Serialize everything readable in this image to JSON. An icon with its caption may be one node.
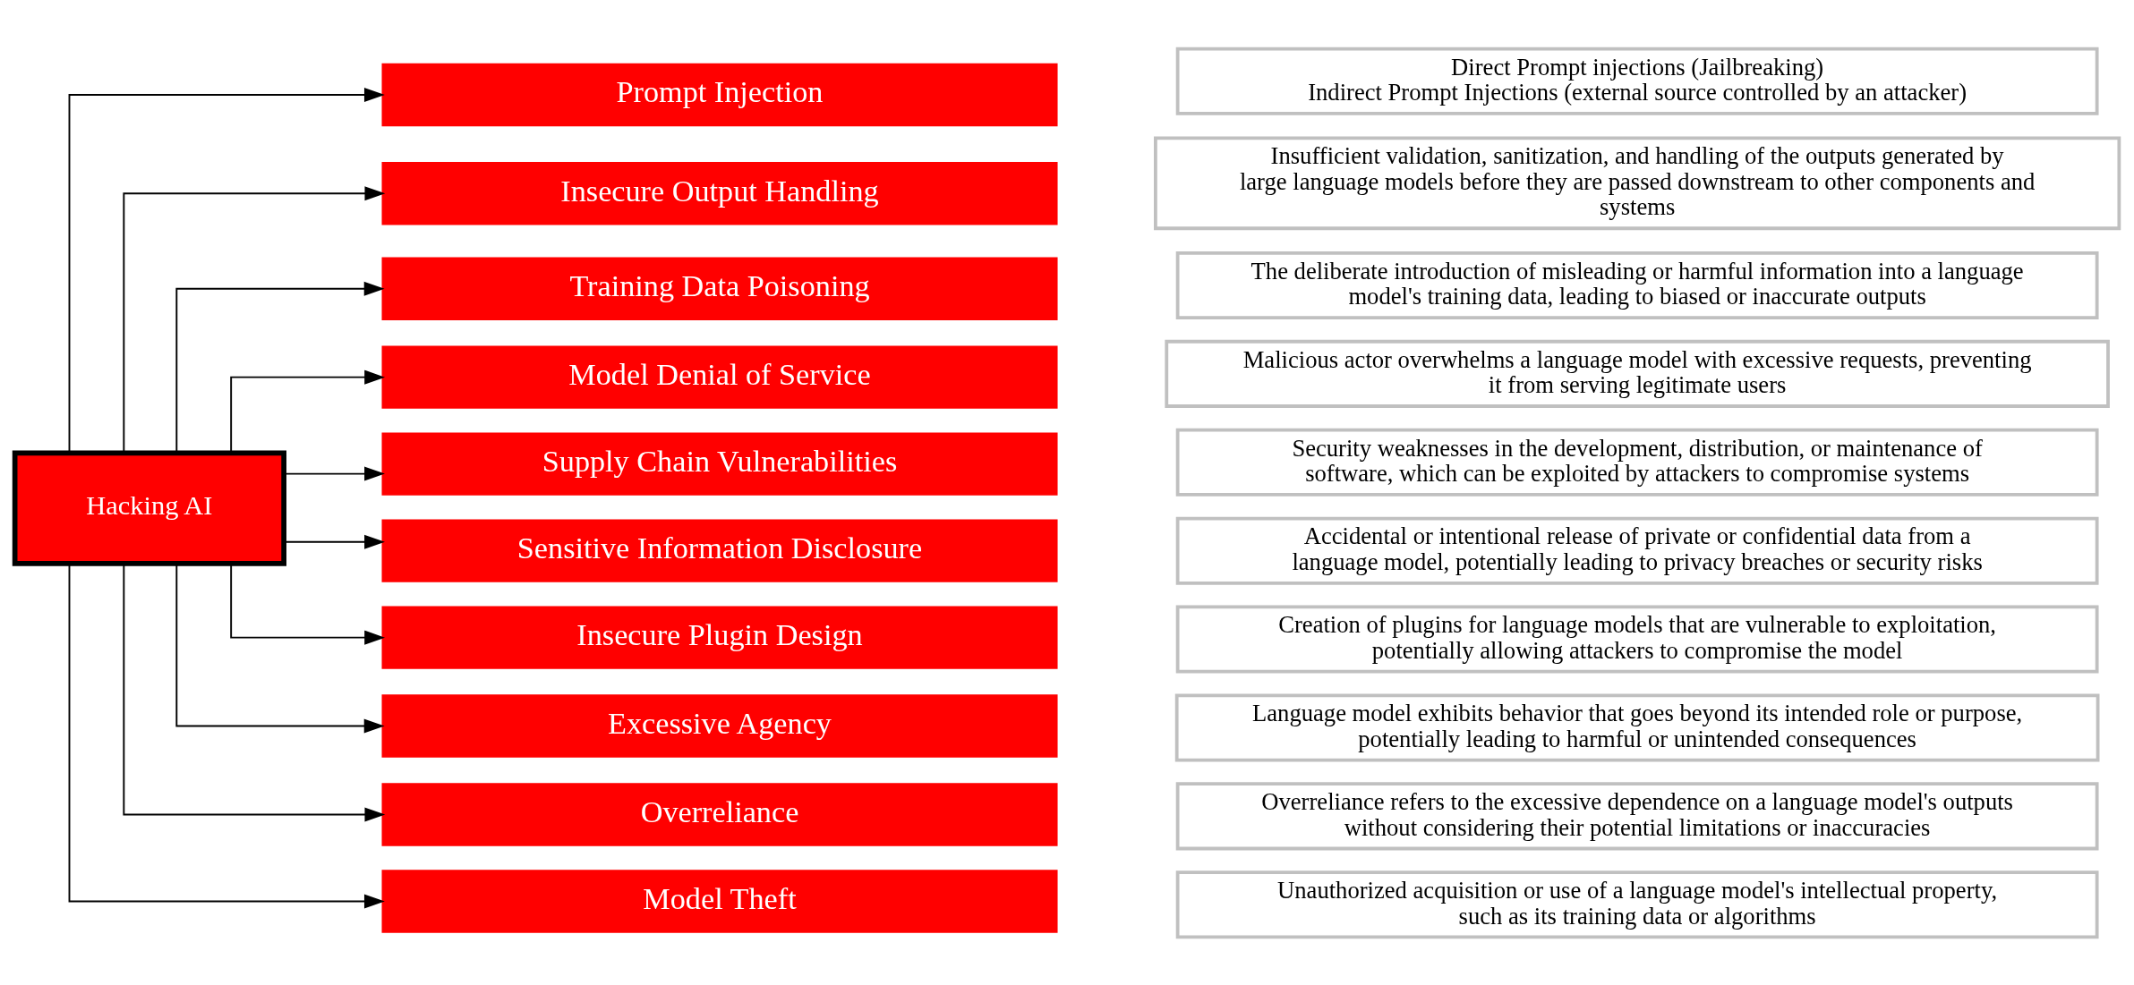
{
  "diagram": {
    "nodes": [
      {
        "text": [
          "Hacking AI"
        ]
      },
      {
        "text": [
          "Prompt Injection"
        ]
      },
      {
        "text": [
          "Direct Prompt injections (Jailbreaking)",
          "Indirect Prompt Injections (external source controlled by an attacker)"
        ]
      },
      {
        "text": [
          "Insecure Output Handling"
        ]
      },
      {
        "text": [
          "Insufficient validation, sanitization, and handling of the outputs generated by large language models before they are passed downstream to other components and systems"
        ]
      },
      {
        "text": [
          "Training Data Poisoning"
        ]
      },
      {
        "text": [
          "The deliberate introduction of misleading or harmful information into a language model's training data, leading to biased or inaccurate outputs"
        ]
      },
      {
        "text": [
          "Model Denial of Service"
        ]
      },
      {
        "text": [
          "Malicious actor overwhelms a language model with excessive requests, preventing it from serving legitimate users"
        ]
      },
      {
        "text": [
          "Supply Chain Vulnerabilities"
        ]
      },
      {
        "text": [
          "Security weaknesses in the development, distribution, or maintenance of software, which can be exploited by attackers to compromise systems"
        ]
      },
      {
        "text": [
          "Sensitive Information Disclosure"
        ]
      },
      {
        "text": [
          "Accidental or intentional release of private or confidential data from a language model, potentially leading to privacy breaches or security risks"
        ]
      },
      {
        "text": [
          "Insecure Plugin Design"
        ]
      },
      {
        "text": [
          "Creation of plugins for language models that are vulnerable to exploitation, potentially allowing attackers to compromise the model"
        ]
      },
      {
        "text": [
          "Excessive Agency"
        ]
      },
      {
        "text": [
          "Language model exhibits behavior that goes beyond its intended role or purpose, potentially leading to harmful or unintended consequences"
        ]
      },
      {
        "text": [
          "Overreliance"
        ]
      },
      {
        "text": [
          "Overreliance refers to the excessive dependence on a language model's outputs without considering their potential limitations or inaccuracies"
        ]
      },
      {
        "text": [
          "Model Theft"
        ]
      },
      {
        "text": [
          "Unauthorized acquisition or use of a language model's intellectual property, such as its training data or algorithms"
        ]
      }
    ],
    "edges": [
      {
        "from": 0,
        "to": 1,
        "arrow": "to"
      },
      {
        "from": 0,
        "to": 3,
        "arrow": "to"
      },
      {
        "from": 0,
        "to": 5,
        "arrow": "to"
      },
      {
        "from": 0,
        "to": 7,
        "arrow": "to"
      },
      {
        "from": 0,
        "to": 9,
        "arrow": "to"
      },
      {
        "from": 0,
        "to": 11,
        "arrow": "to"
      },
      {
        "from": 0,
        "to": 13,
        "arrow": "to"
      },
      {
        "from": 0,
        "to": 15,
        "arrow": "to"
      },
      {
        "from": 0,
        "to": 17,
        "arrow": "to"
      },
      {
        "from": 0,
        "to": 19,
        "arrow": "to"
      }
    ]
  }
}
